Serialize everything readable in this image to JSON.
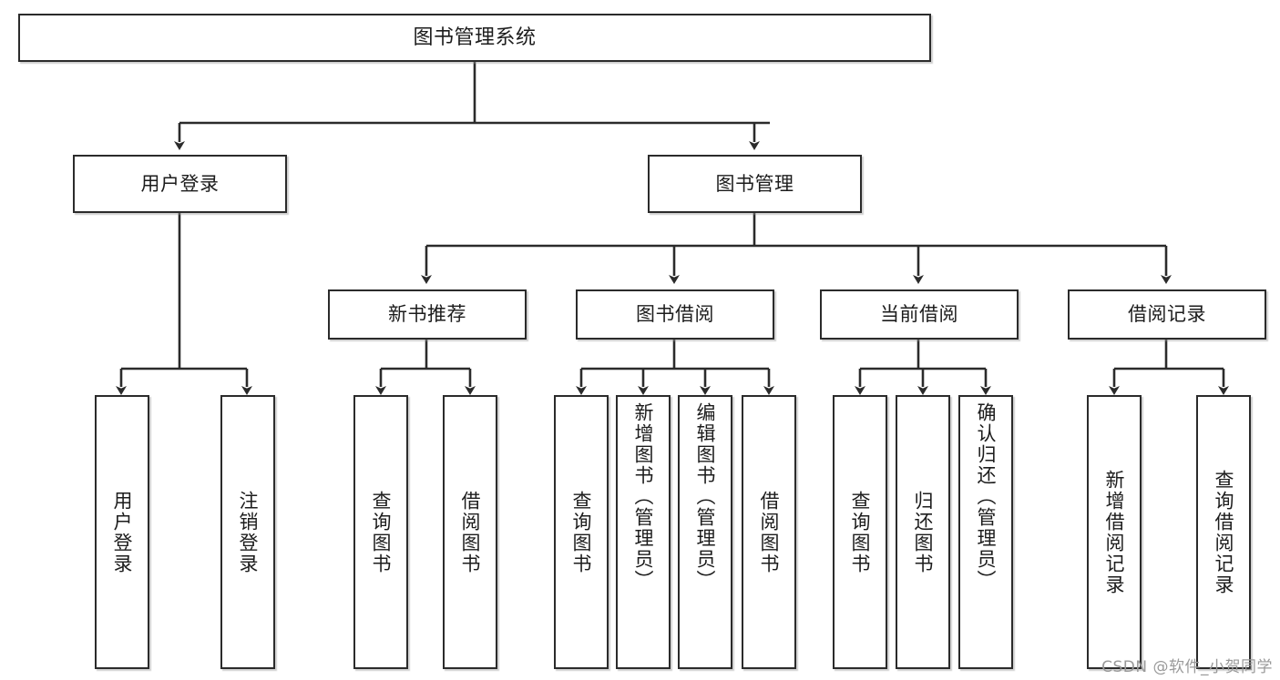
{
  "diagram": {
    "type": "tree-hierarchy",
    "title": "图书管理系统",
    "watermark": "CSDN @软件_小贺同学",
    "colors": {
      "stroke": "#2b2b2b",
      "fill": "#ffffff",
      "text": "#1c1c1c",
      "watermark": "#9a9a9a"
    },
    "nodes": {
      "root": {
        "label": "图书管理系统"
      },
      "level1": [
        {
          "id": "user-login",
          "label": "用户登录"
        },
        {
          "id": "book-manage",
          "label": "图书管理"
        }
      ],
      "level2": [
        {
          "id": "new-book-rec",
          "label": "新书推荐"
        },
        {
          "id": "book-borrow",
          "label": "图书借阅"
        },
        {
          "id": "current-borrow",
          "label": "当前借阅"
        },
        {
          "id": "borrow-record",
          "label": "借阅记录"
        }
      ],
      "leaves": {
        "user_login": [
          {
            "id": "leaf-user-login",
            "label": "用户登录"
          },
          {
            "id": "leaf-user-logout",
            "label": "注销登录"
          }
        ],
        "new_book_rec": [
          {
            "id": "leaf-query-book-1",
            "label": "查询图书"
          },
          {
            "id": "leaf-borrow-book-1",
            "label": "借阅图书"
          }
        ],
        "book_borrow": [
          {
            "id": "leaf-query-book-2",
            "label": "查询图书"
          },
          {
            "id": "leaf-add-book",
            "label": "新增图书（管理员）"
          },
          {
            "id": "leaf-edit-book",
            "label": "编辑图书（管理员）"
          },
          {
            "id": "leaf-borrow-book-2",
            "label": "借阅图书"
          }
        ],
        "current_borrow": [
          {
            "id": "leaf-query-book-3",
            "label": "查询图书"
          },
          {
            "id": "leaf-return-book",
            "label": "归还图书"
          },
          {
            "id": "leaf-confirm-return",
            "label": "确认归还（管理员）"
          }
        ],
        "borrow_record": [
          {
            "id": "leaf-add-record",
            "label": "新增借阅记录"
          },
          {
            "id": "leaf-query-record",
            "label": "查询借阅记录"
          }
        ]
      }
    }
  }
}
